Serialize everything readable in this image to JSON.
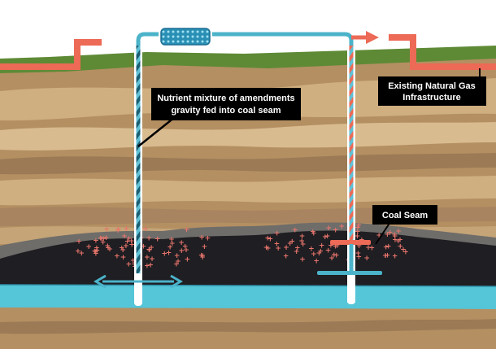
{
  "labels": {
    "nutrient_line1": "Nutrient mixture of amendments",
    "nutrient_line2": "gravity fed into coal seam",
    "gas_line1": "Existing Natural Gas",
    "gas_line2": "Infrastructure",
    "coal_seam": "Coal Seam"
  },
  "colors": {
    "grass": "#5e8a35",
    "soil_light": "#cfae7f",
    "soil_mid": "#b48f62",
    "soil_dark": "#9b7a55",
    "coal": "#1f1e22",
    "aquifer": "#55c5d8",
    "pipe_blue": "#4bb3c9",
    "gas_red": "#ec6a56",
    "plus_marks": "#e8756c",
    "callout_bg": "#000000"
  },
  "icons": [
    "nutrient-tank-icon",
    "gas-outflow-arrow-icon",
    "lateral-flow-arrow-icon"
  ]
}
